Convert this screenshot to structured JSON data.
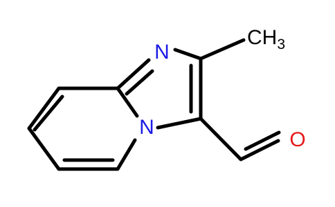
{
  "structure": {
    "atoms": {
      "imine_n": {
        "symbol": "N",
        "color": "#1a1ae6"
      },
      "bridge_n": {
        "symbol": "N",
        "color": "#1a1ae6"
      },
      "methyl": {
        "symbol": "CH",
        "subscript": "3",
        "color": "#000000"
      },
      "oxygen": {
        "symbol": "O",
        "color": "#e61a1a"
      }
    },
    "bond_color": "#000000"
  }
}
